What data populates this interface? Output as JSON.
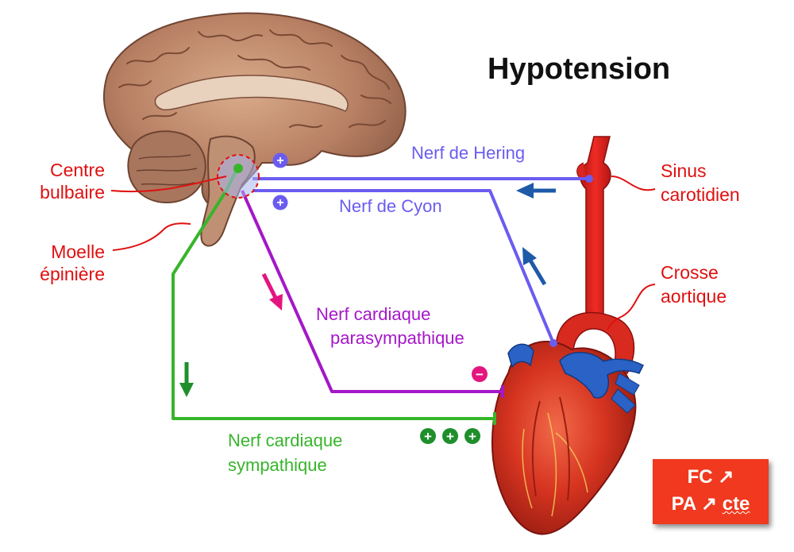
{
  "title": "Hypotension",
  "labels": {
    "centre_bulbaire": [
      "Centre",
      "bulbaire"
    ],
    "moelle_epiniere": [
      "Moelle",
      "épinière"
    ],
    "sinus_carotidien": [
      "Sinus",
      "carotidien"
    ],
    "crosse_aortique": [
      "Crosse",
      "aortique"
    ],
    "nerf_hering": "Nerf de Hering",
    "nerf_cyon": "Nerf de Cyon",
    "nerf_parasympathique": [
      "Nerf cardiaque",
      "parasympathique"
    ],
    "nerf_sympathique": [
      "Nerf cardiaque",
      "sympathique"
    ]
  },
  "signs": {
    "hering": "+",
    "cyon": "+",
    "parasympathique": "−",
    "sympathique": [
      "+",
      "+",
      "+"
    ]
  },
  "result_box": {
    "line1_prefix": "FC",
    "line1_arrow": "↗",
    "line2_prefix": "PA",
    "line2_arrow": "↗",
    "line2_suffix": "cte"
  },
  "colors": {
    "afferent": "#6b5cf0",
    "parasympathetic": "#a517c8",
    "sympathetic": "#37b52a",
    "anatomy_label": "#e01010",
    "flow_arrow": "#1d5aa8",
    "result_box": "#f0391e"
  },
  "icons": [
    "brain-illustration",
    "heart-illustration",
    "carotid-artery",
    "flow-arrow"
  ]
}
